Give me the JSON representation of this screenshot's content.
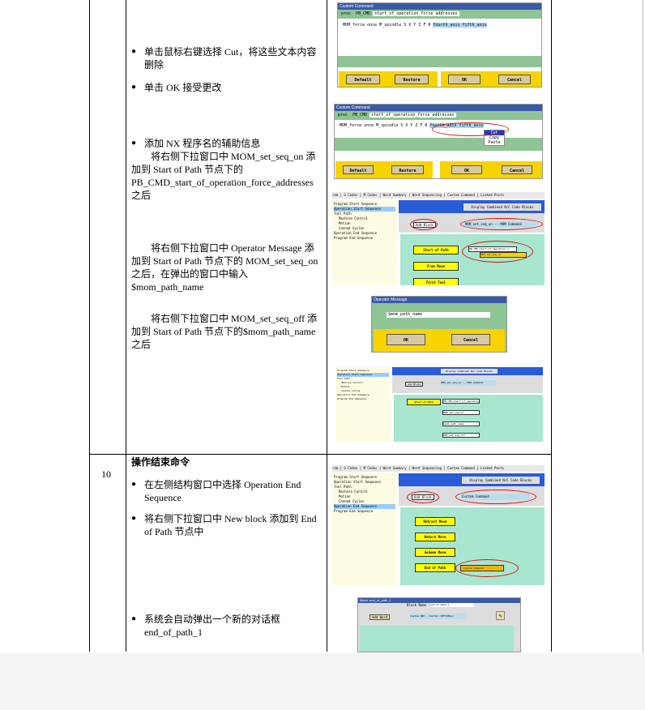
{
  "row1": {
    "bullets": [
      "单击鼠标右键选择 Cut，将这些文本内容删除",
      "单击 OK 接受更改",
      "添加 NX 程序名的辅助信息"
    ],
    "para1": "将右侧下拉窗口中 MOM_set_seq_on 添加到 Start of Path 节点下的 PB_CMD_start_of_operation_force_addresses 之后",
    "para2": "将右侧下拉窗口中 Operator Message 添加到 Start of Path 节点下的 MOM_set_seq_on 之后，在弹出的窗口中输入 $mom_path_name",
    "para3": "将右侧下拉窗口中 MOM_set_seq_off 添加到 Start of Path 节点下的$mom_path_name 之后"
  },
  "row2": {
    "number": "10",
    "heading": "操作结束命令",
    "bullets": [
      "在左侧结构窗口中选择 Operation End Sequence",
      "将右侧下拉窗口中 New block 添加到 End of Path 节点中",
      "系统会自动弹出一个新的对话框 end_of_path_1"
    ]
  },
  "shots": {
    "custom_title": "Custom Command",
    "proc": "proc",
    "pb_cmd": "PB_CMD",
    "cmd_name": "start_of_operation_force_addresses",
    "cmd_text": "MOM_force once M_spindle S X Y Z F R",
    "selected": "fourth_axis fifth_axis",
    "menu": [
      "Cut",
      "Copy",
      "Paste"
    ],
    "buttons": [
      "Default",
      "Restore",
      "OK",
      "Cancel"
    ],
    "tabs": [
      "ram",
      "G Codes",
      "M Codes",
      "Word Summary",
      "Word Sequencing",
      "Custom Command",
      "Linked Posts"
    ],
    "tree": [
      "Program Start Sequence",
      "Operation Start Sequence",
      "Tool Path",
      "Machine Control",
      "Motion",
      "Canned Cycles",
      "Operation End Sequence",
      "Program End Sequence"
    ],
    "display_combined": "Display Combined N/C Code Blocks",
    "add_block": "Add Block",
    "dropdown1": "MOM_set_seq_on -- MOM Command",
    "dropdown2": "Custom Command",
    "nodes1": [
      "Start of Path",
      "From Move",
      "First Tool"
    ],
    "nodes2": [
      "Retract Move",
      "Return Move",
      "Gohome Move",
      "End of Path"
    ],
    "sub1": [
      "PB_CMD_start_of_operation_f",
      "MOM_set_seq_on"
    ],
    "sub3": [
      "PB_CMD_start_of_operation",
      "MOM_set_seq_on",
      "$mom_path_name",
      "MOM_set_seq_off"
    ],
    "op_title": "Operator Message",
    "op_value": "$mom_path_name",
    "op_buttons": [
      "OK",
      "Cancel"
    ],
    "new_custom": "Custom Command",
    "block_title": "Block: end_of_path_1",
    "block_name_label": "Block Name",
    "block_name": "end_of_path_1",
    "add_word": "Add Word",
    "word_dropdown": "Custom 000 - Custom (OPTIONAL)"
  }
}
